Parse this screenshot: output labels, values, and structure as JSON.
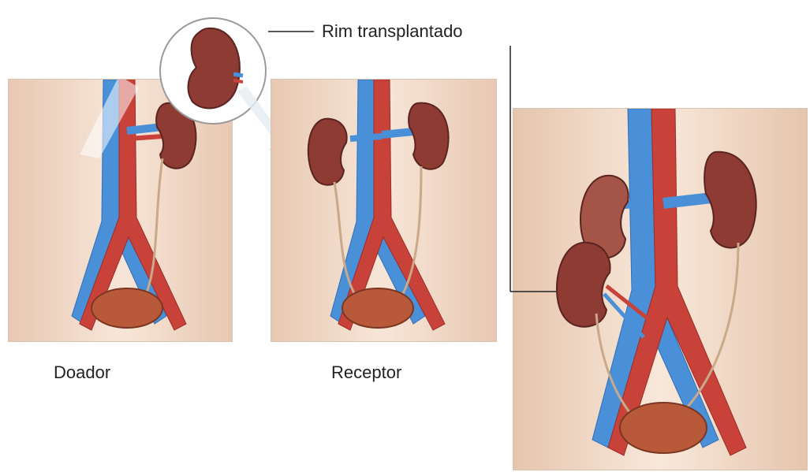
{
  "labels": {
    "donor": "Doador",
    "recipient": "Receptor",
    "transplanted_kidney": "Rim transplantado"
  },
  "colors": {
    "skin": "#f2dccb",
    "vein": "#4a90d9",
    "artery": "#c8423a",
    "kidney": "#8e3b33",
    "bladder": "#b85a3a"
  }
}
